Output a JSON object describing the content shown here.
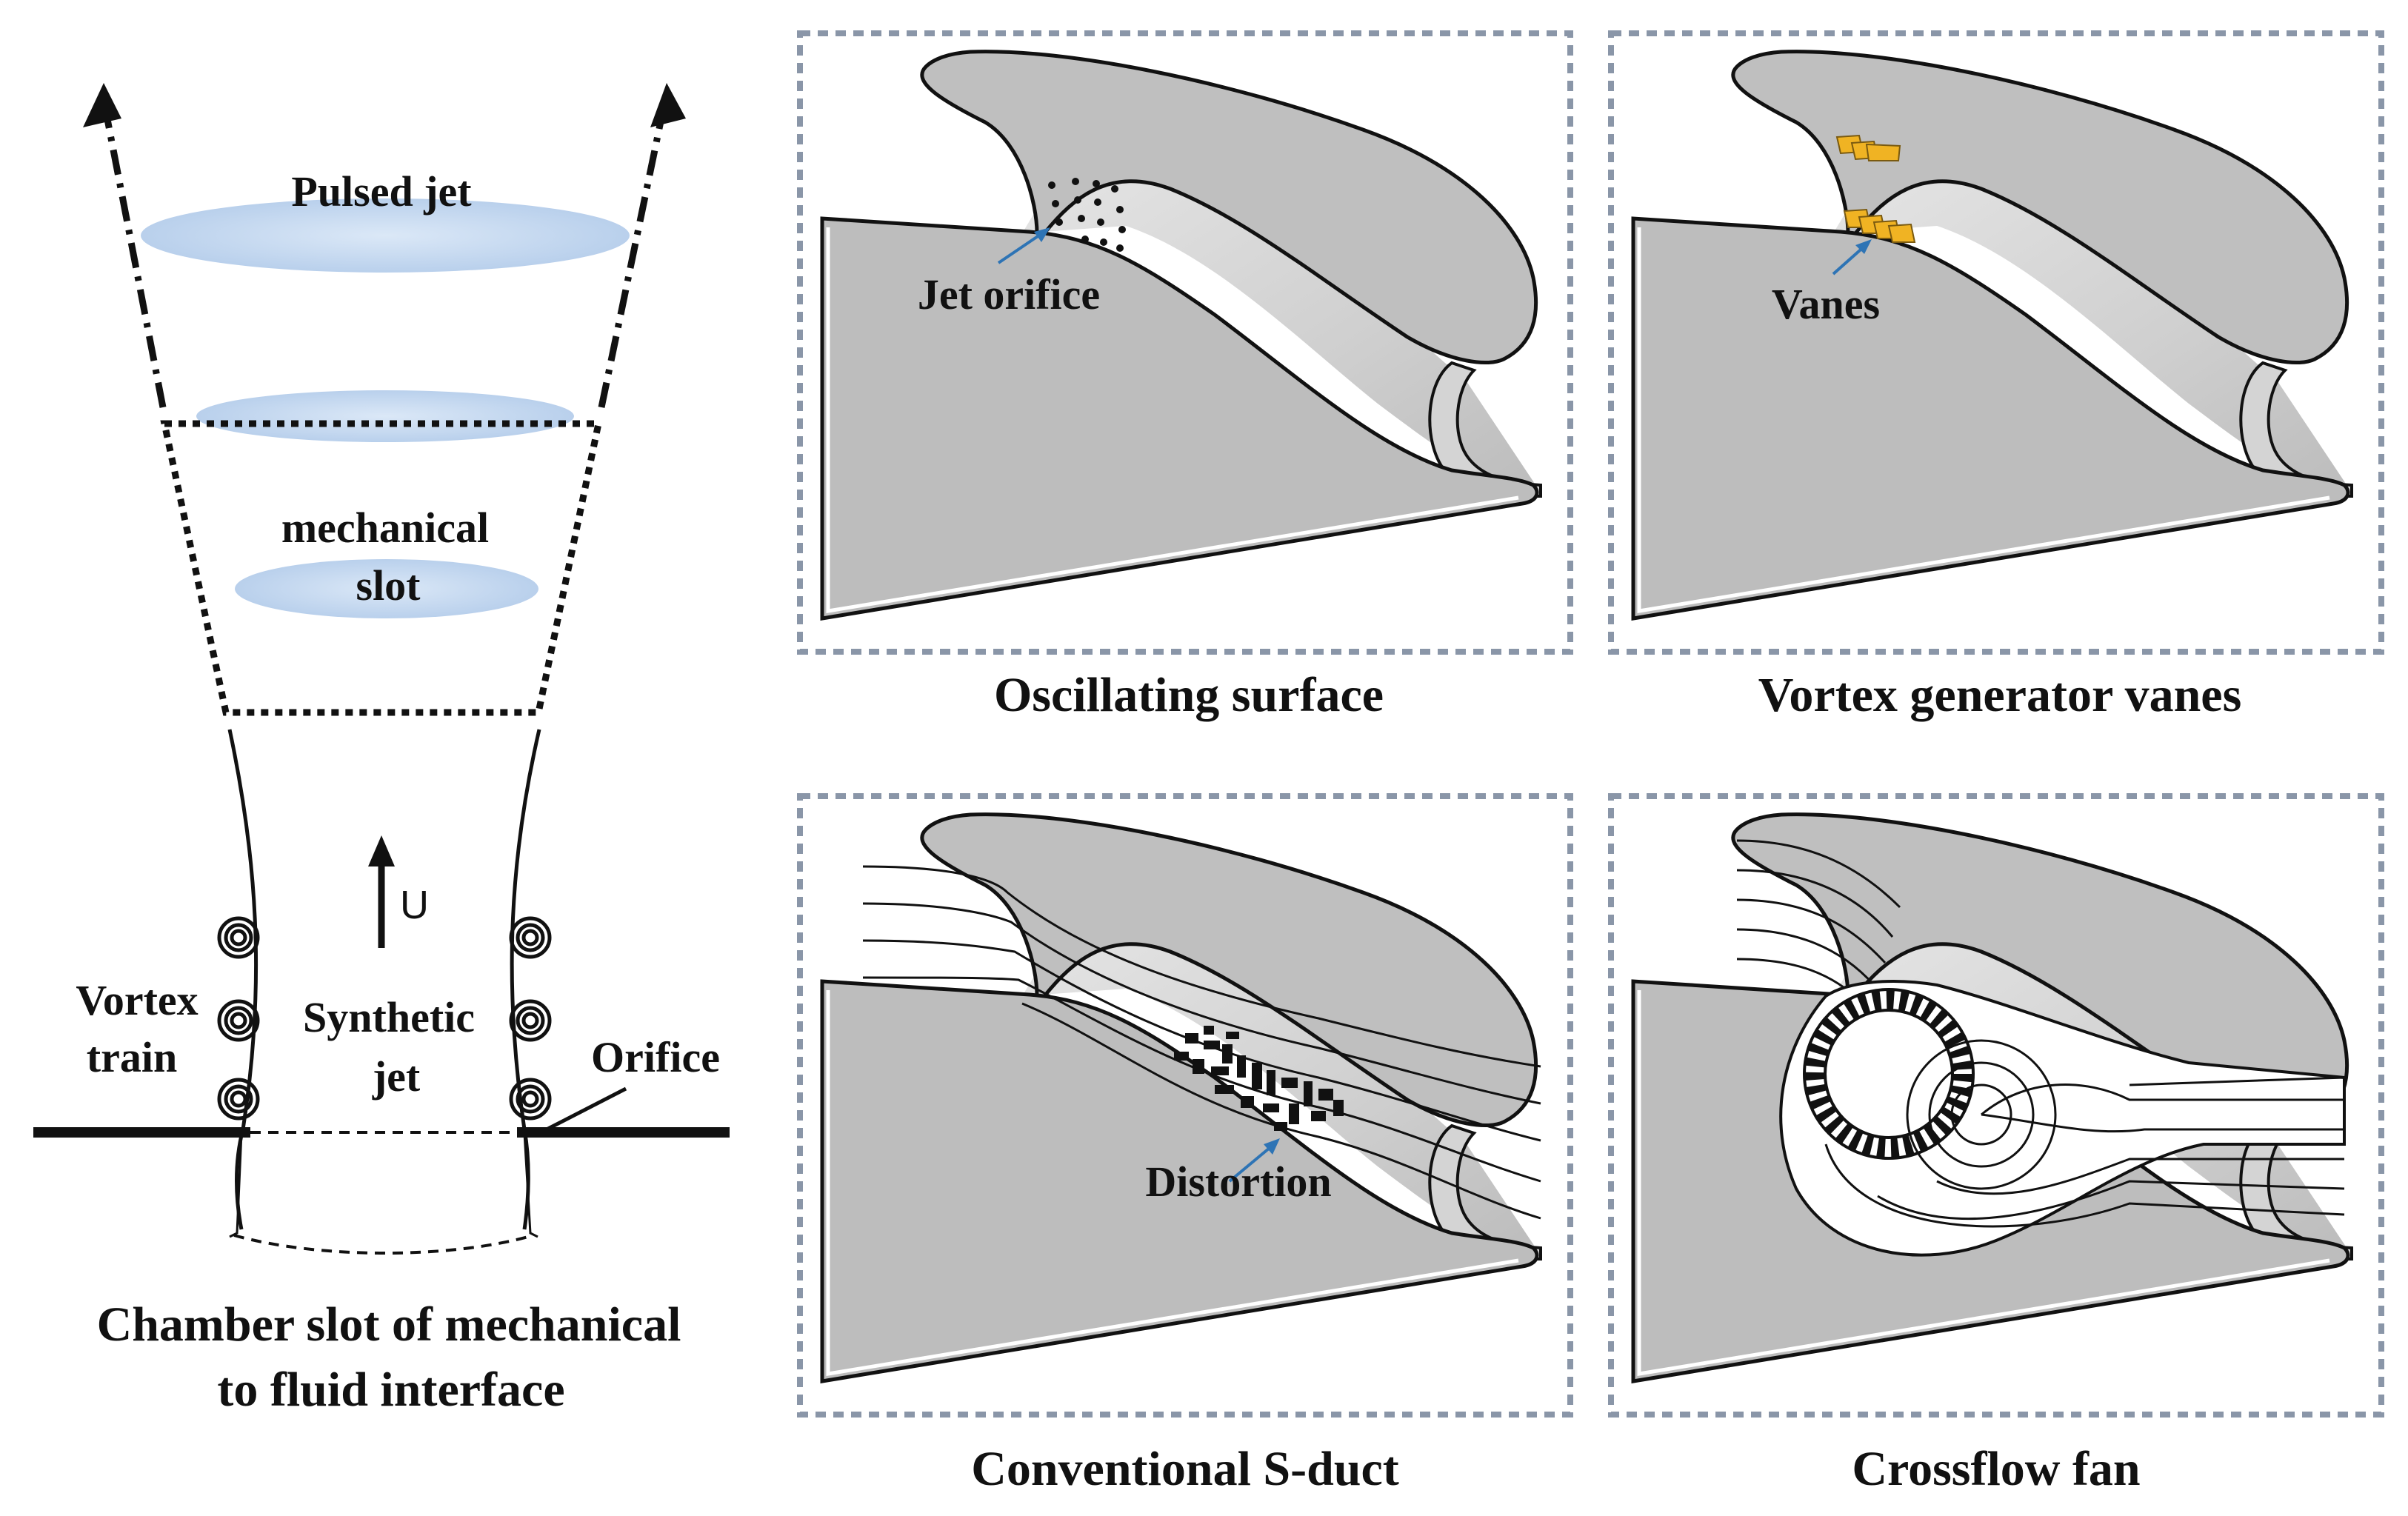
{
  "left_panel": {
    "labels": {
      "pulsed_jet": "Pulsed jet",
      "mechanical_line1": "mechanical",
      "mechanical_line2": "slot",
      "velocity": "U",
      "vortex_line1": "Vortex",
      "vortex_line2": "train",
      "synthetic_line1": "Synthetic",
      "synthetic_line2": "jet",
      "orifice": "Orifice"
    },
    "caption_line1": "Chamber slot of mechanical",
    "caption_line2": "to fluid interface"
  },
  "panels": [
    {
      "caption": "Oscillating surface",
      "annotation": "Jet orifice"
    },
    {
      "caption": "Vortex generator vanes",
      "annotation": "Vanes"
    },
    {
      "caption": "Conventional S-duct",
      "annotation": "Distortion"
    },
    {
      "caption": "Crossflow fan",
      "annotation": ""
    }
  ],
  "colors": {
    "duct_gray": "#bdbdbd",
    "duct_shade": "#d9d9d9",
    "panel_border": "#8a96a8",
    "jet_ellipse": "#cfe0f4",
    "vanes": "#f0b323",
    "pointer": "#2e74b5"
  }
}
